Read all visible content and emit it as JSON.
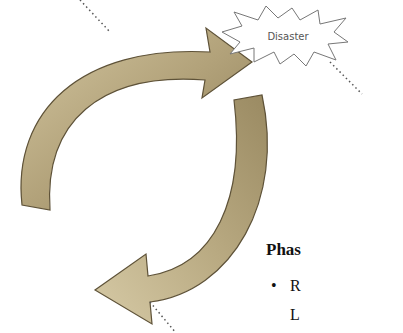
{
  "diagram": {
    "nodes": [
      {
        "text": [
          "Disaster"
        ]
      }
    ],
    "labels": [
      "Phas",
      "•",
      "R",
      "L"
    ]
  }
}
